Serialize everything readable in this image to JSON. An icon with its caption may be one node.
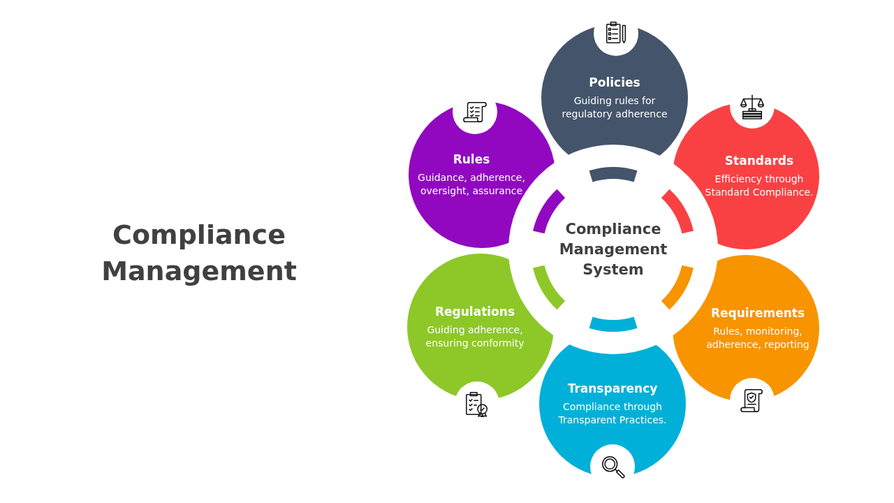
{
  "diagram": {
    "title": "Compliance Management",
    "nodes": [
      {
        "text": [
          "Policies",
          "Guiding rules for regulatory adherence"
        ]
      },
      {
        "text": [
          "Rules",
          "Guidance, adherence, oversight, assurance"
        ]
      },
      {
        "text": [
          "Standards",
          "Efficiency through Standard Compliance."
        ]
      },
      {
        "text": [
          "Compliance Management System"
        ]
      },
      {
        "text": [
          "Regulations",
          "Guiding adherence, ensuring conformity"
        ]
      },
      {
        "text": [
          "Requirements",
          "Rules, monitoring, adherence, reporting"
        ]
      },
      {
        "text": [
          "Transparency",
          "Compliance through Transparent Practices."
        ]
      }
    ],
    "edges": []
  }
}
